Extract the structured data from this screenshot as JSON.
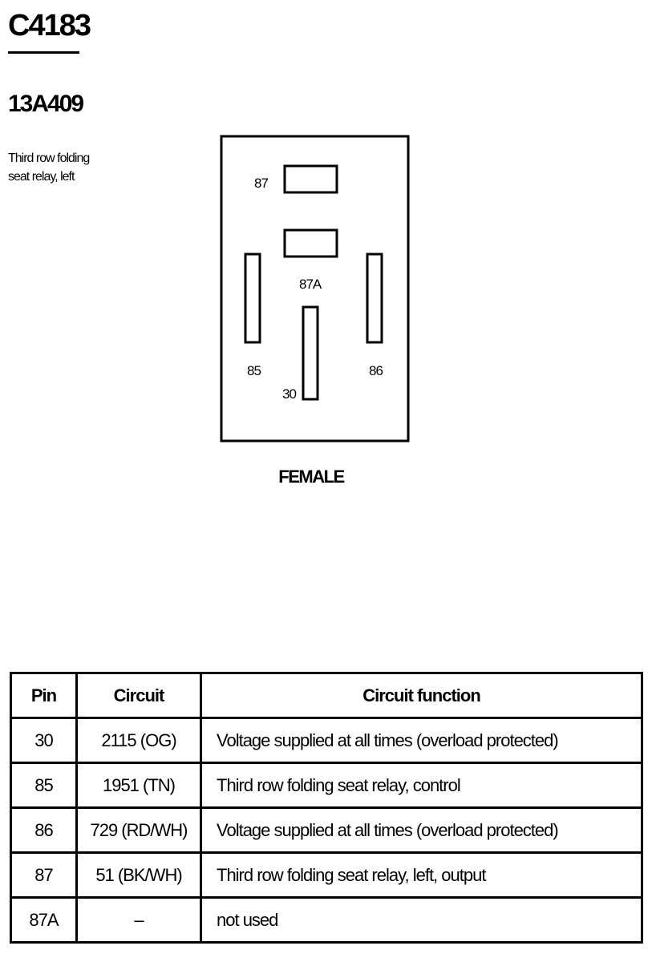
{
  "connector": {
    "id": "C4183",
    "part_number": "13A409",
    "description_lines": [
      "Third row folding",
      "seat relay, left"
    ]
  },
  "diagram": {
    "view_label": "FEMALE",
    "terminals": {
      "t87": "87",
      "t87a": "87A",
      "t85": "85",
      "t86": "86",
      "t30": "30"
    }
  },
  "table": {
    "headers": [
      "Pin",
      "Circuit",
      "Circuit function"
    ],
    "rows": [
      {
        "pin": "30",
        "circuit": "2115 (OG)",
        "function": "Voltage supplied at all times (overload protected)"
      },
      {
        "pin": "85",
        "circuit": "1951 (TN)",
        "function": "Third row folding seat relay, control"
      },
      {
        "pin": "86",
        "circuit": "729 (RD/WH)",
        "function": "Voltage supplied at all times (overload protected)"
      },
      {
        "pin": "87",
        "circuit": "51 (BK/WH)",
        "function": "Third row folding seat relay, left, output"
      },
      {
        "pin": "87A",
        "circuit": "–",
        "function": "not used"
      }
    ]
  }
}
